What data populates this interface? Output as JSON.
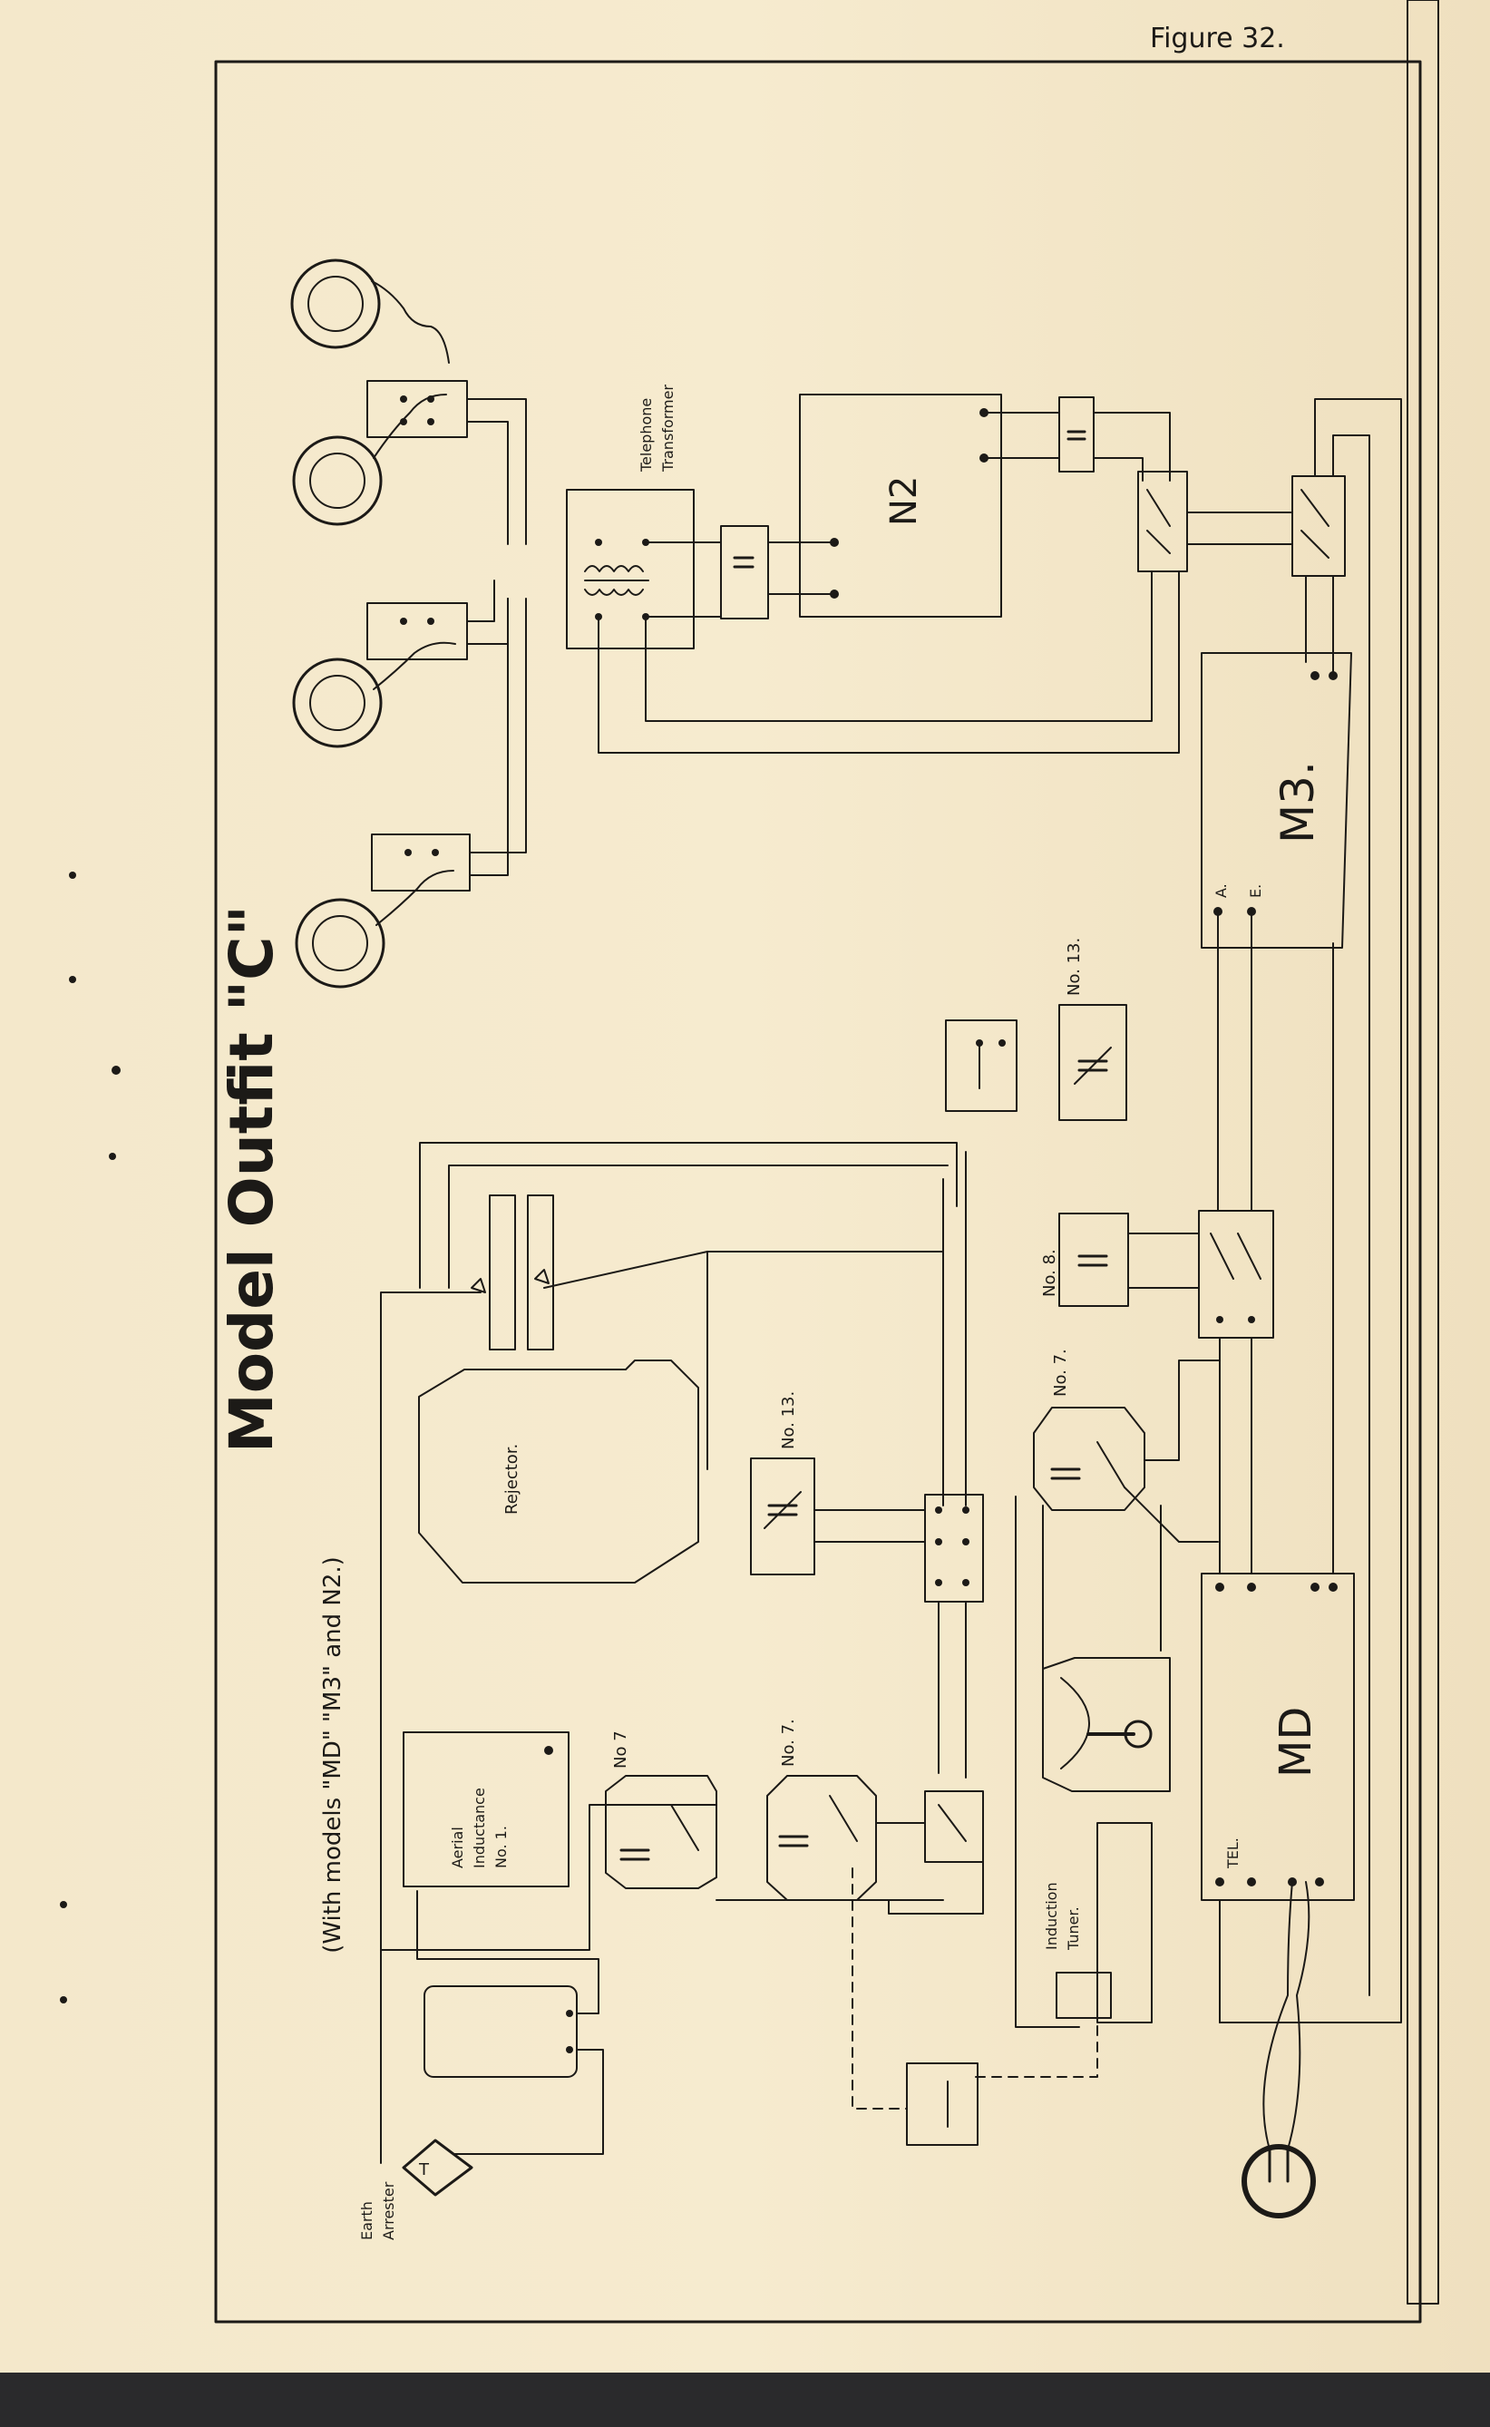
{
  "figure_label": "Figure 32.",
  "title": "Model Outfit \"C\"",
  "subtitle": "(With models \"MD\" \"M3\" and N2.)",
  "labels": {
    "telephone_transformer": [
      "Telephone",
      "Transformer"
    ],
    "n2": "N2",
    "m3": "M3.",
    "m3_a": "A.",
    "m3_e": "E.",
    "md": "MD",
    "md_tel": "TEL.",
    "rejector": "Rejector.",
    "aerial_inductance": [
      "Aerial",
      "Inductance",
      "No. 1."
    ],
    "condenser_no13_upper": "No. 13.",
    "condenser_no13_lower": "No. 13.",
    "condenser_no8": "No. 8.",
    "condenser_no7_right": "No. 7.",
    "condenser_no7_mid": "No. 7.",
    "condenser_no7_left": "No 7",
    "induction_tuner": [
      "Induction",
      "Tuner."
    ],
    "earth_arrester": [
      "Earth",
      "Arrester"
    ]
  },
  "colors": {
    "paper": "#f4e8cb",
    "ink": "#1c1a17",
    "bottom_strip": "#2a2a2c"
  }
}
